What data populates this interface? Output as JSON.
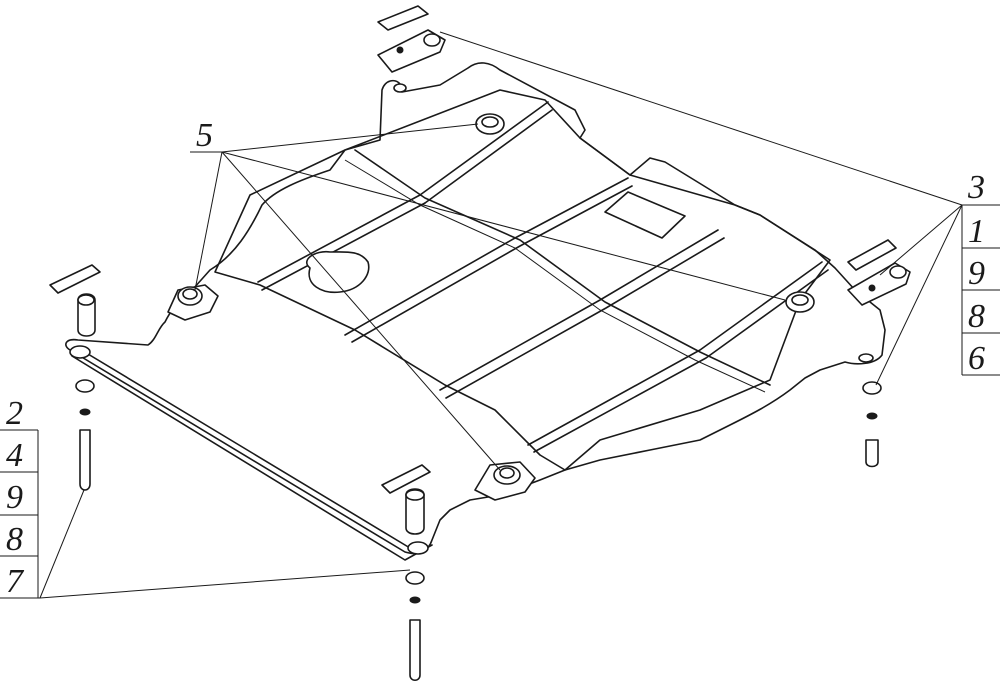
{
  "callouts": {
    "left_stack": [
      "2",
      "4",
      "9",
      "8",
      "7"
    ],
    "right_stack": [
      "3",
      "1",
      "9",
      "8",
      "6"
    ],
    "top_label": "5"
  },
  "colors": {
    "ink": "#1a1a1a",
    "background": "#ffffff"
  }
}
